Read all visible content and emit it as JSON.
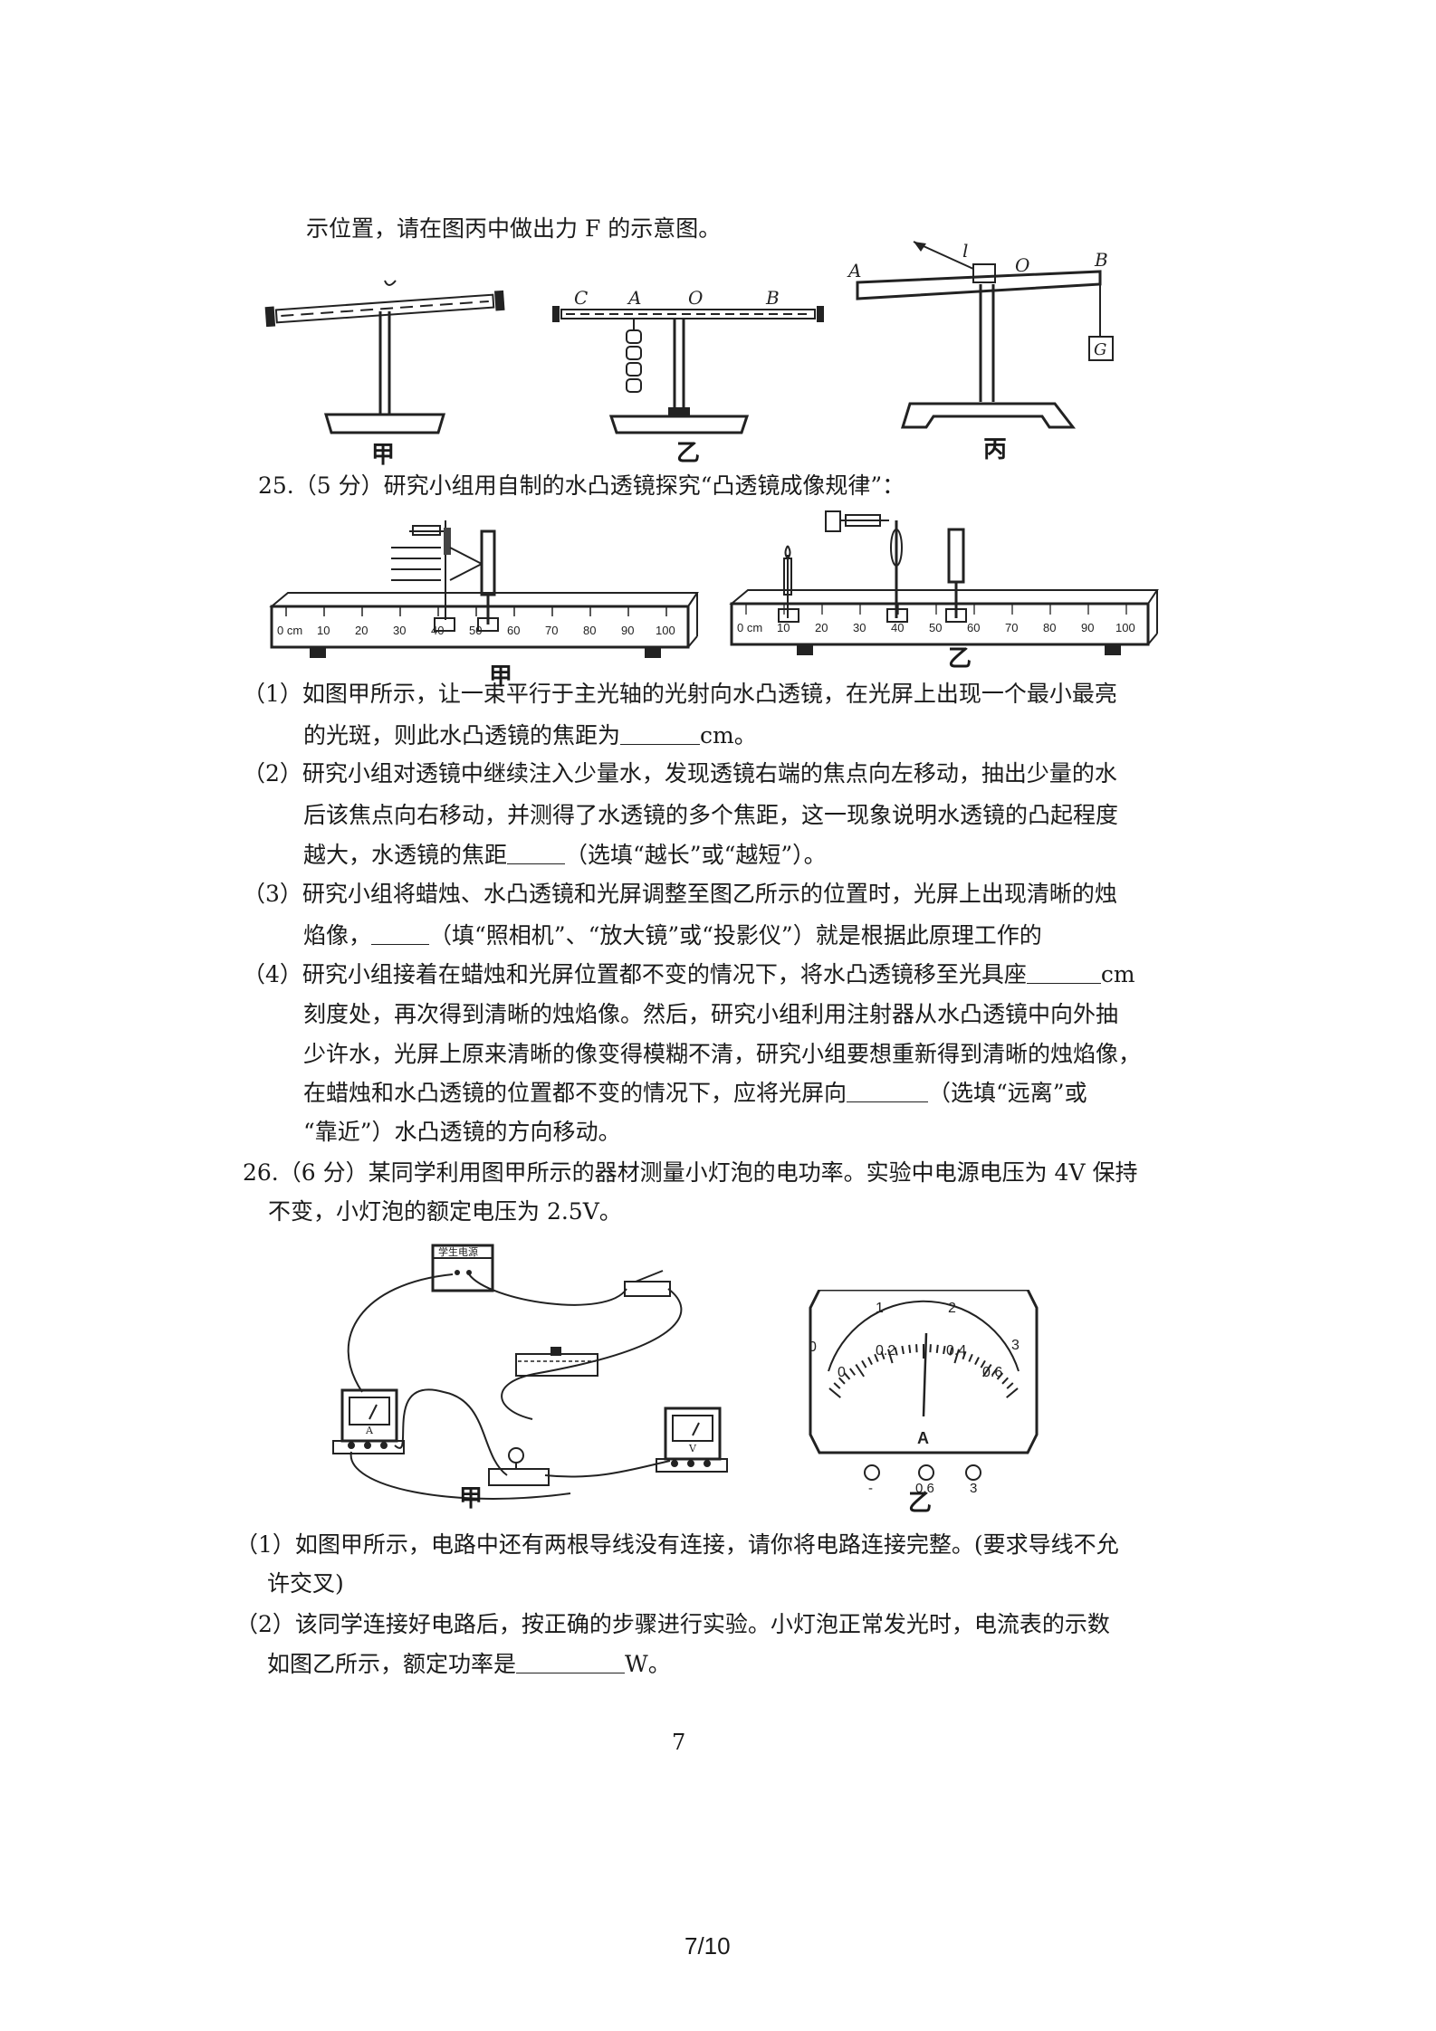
{
  "q24": {
    "tail": "示位置，请在图丙中做出力 F 的示意图。",
    "fig_jia": "甲",
    "fig_yi": "乙",
    "fig_bing": "丙",
    "lbl_C": "C",
    "lbl_A": "A",
    "lbl_O": "O",
    "lbl_B": "B",
    "lbl_A2": "A",
    "lbl_l": "l",
    "lbl_O2": "O",
    "lbl_B2": "B",
    "lbl_G": "G"
  },
  "q25": {
    "title": "25.（5 分）研究小组用自制的水凸透镜探究“凸透镜成像规律”：",
    "fig_jia": "甲",
    "fig_yi": "乙",
    "scale_jia": [
      "0 cm",
      "10",
      "20",
      "30",
      "40",
      "50",
      "60",
      "70",
      "80",
      "90",
      "100"
    ],
    "scale_yi": [
      "0 cm",
      "10",
      "20",
      "30",
      "40",
      "50",
      "60",
      "70",
      "80",
      "90",
      "100"
    ],
    "p1a": "（1）如图甲所示，让一束平行于主光轴的光射向水凸透镜，在光屏上出现一个最小最亮",
    "p1b_pre": "的光斑，则此水凸透镜的焦距为",
    "p1b_post": "cm。",
    "p2a": "（2）研究小组对透镜中继续注入少量水，发现透镜右端的焦点向左移动，抽出少量的水",
    "p2b": "后该焦点向右移动，并测得了水透镜的多个焦距，这一现象说明水透镜的凸起程度",
    "p2c_pre": "越大，水透镜的焦距",
    "p2c_post": "（选填“越长”或“越短”）。",
    "p3a": "（3）研究小组将蜡烛、水凸透镜和光屏调整至图乙所示的位置时，光屏上出现清晰的烛",
    "p3b_pre": "焰像，",
    "p3b_post": "（填“照相机”、“放大镜”或“投影仪”）就是根据此原理工作的",
    "p4a_pre": "（4）研究小组接着在蜡烛和光屏位置都不变的情况下，将水凸透镜移至光具座",
    "p4a_post": "cm",
    "p4b": "刻度处，再次得到清晰的烛焰像。然后，研究小组利用注射器从水凸透镜中向外抽",
    "p4c": "少许水，光屏上原来清晰的像变得模糊不清，研究小组要想重新得到清晰的烛焰像，",
    "p4d_pre": "在蜡烛和水凸透镜的位置都不变的情况下，应将光屏向",
    "p4d_post": "（选填“远离”或",
    "p4e": "“靠近”）水凸透镜的方向移动。"
  },
  "q26": {
    "title_a": "26.（6 分）某同学利用图甲所示的器材测量小灯泡的电功率。实验中电源电压为 4V 保持",
    "title_b": "不变，小灯泡的额定电压为 2.5V。",
    "fig_jia": "甲",
    "fig_yi": "乙",
    "power_label": "学生电源",
    "meter_big": [
      "0",
      "1",
      "2",
      "3"
    ],
    "meter_small": [
      "0",
      "0.2",
      "0.4",
      "0.6"
    ],
    "meter_unit": "A",
    "terminals": [
      "-",
      "0.6",
      "3"
    ],
    "ammeter_small": "A",
    "voltmeter_small": "V",
    "p1a": "（1）如图甲所示，电路中还有两根导线没有连接，请你将电路连接完整。(要求导线不允",
    "p1b": "许交叉)",
    "p2a": "（2）该同学连接好电路后，按正确的步骤进行实验。小灯泡正常发光时，电流表的示数",
    "p2b_pre": "如图乙所示，额定功率是",
    "p2b_post": "W。"
  },
  "page_number": "7",
  "footer_page": "7/10"
}
